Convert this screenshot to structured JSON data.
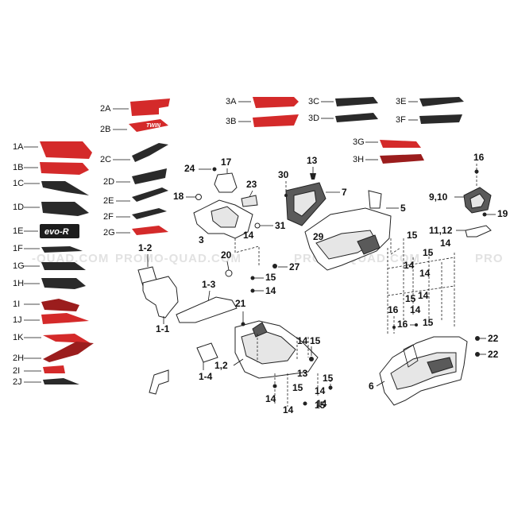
{
  "watermarks": [
    "-QUAD.COM",
    "PROMO-QUAD.COM",
    "PROMO-QUAD.COM",
    "PRO"
  ],
  "decals": {
    "1A": "1A",
    "1B": "1B",
    "1C": "1C",
    "1D": "1D",
    "1E": "1E",
    "1F": "1F",
    "1G": "1G",
    "1H": "1H",
    "1I": "1I",
    "1J": "1J",
    "1K": "1K",
    "2H": "2H",
    "2I": "2I",
    "2J": "2J",
    "2A": "2A",
    "2B": "2B",
    "2C": "2C",
    "2D": "2D",
    "2E": "2E",
    "2F": "2F",
    "2G": "2G",
    "3A": "3A",
    "3B": "3B",
    "3C": "3C",
    "3D": "3D",
    "3E": "3E",
    "3F": "3F",
    "3G": "3G",
    "3H": "3H"
  },
  "decal_texts": {
    "twin": "TWIN",
    "evo": "evo-R"
  },
  "parts": {
    "p1_2": "1-2",
    "p1_3": "1-3",
    "p1_1": "1-1",
    "p1_4": "1-4",
    "p12": "1,2",
    "p3": "3",
    "p17": "17",
    "p18": "18",
    "p23": "23",
    "p24": "24",
    "p31": "31",
    "p20": "20",
    "p27": "27",
    "p21": "21",
    "p30": "30",
    "p13a": "13",
    "p7": "7",
    "p5": "5",
    "p29": "29",
    "p16a": "16",
    "p9_10": "9,10",
    "p19": "19",
    "p11_12": "11,12",
    "p6": "6",
    "p22a": "22",
    "p22b": "22",
    "p16b": "16",
    "p16c": "16",
    "p14": "14",
    "p15": "15",
    "p13": "13"
  }
}
